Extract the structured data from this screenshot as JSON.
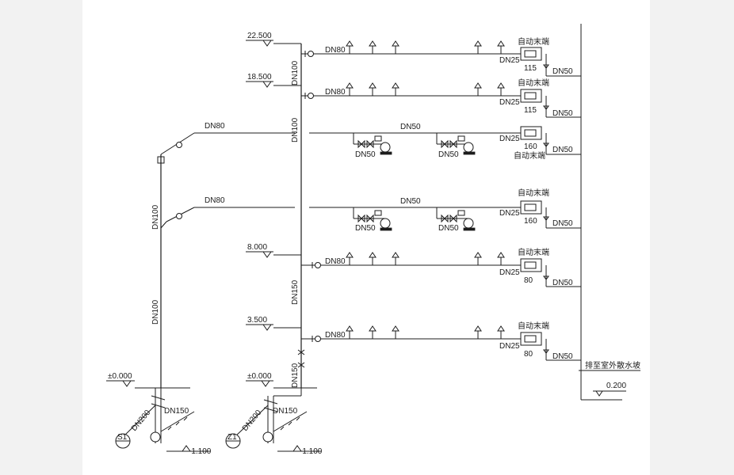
{
  "elevations": {
    "e22500": "22.500",
    "e18500": "18.500",
    "e8000": "8.000",
    "e3500": "3.500",
    "e0a": "±0.000",
    "e0b": "±0.000",
    "e_ground": "0.200",
    "e_m1100a": "-1.100",
    "e_m1100b": "-1.100"
  },
  "pipe_sizes": {
    "dn80": "DN80",
    "dn100": "DN100",
    "dn150": "DN150",
    "dn200": "DN200",
    "dn50": "DN50",
    "dn25": "DN25"
  },
  "end_device": "自动末端",
  "floor_numbers": {
    "f1": "115",
    "f2": "115",
    "f3": "160",
    "f4": "160",
    "f5": "80",
    "f6": "80"
  },
  "drain_note": "排至室外散水坡",
  "risers": {
    "left": "S1",
    "right": "Z1"
  }
}
